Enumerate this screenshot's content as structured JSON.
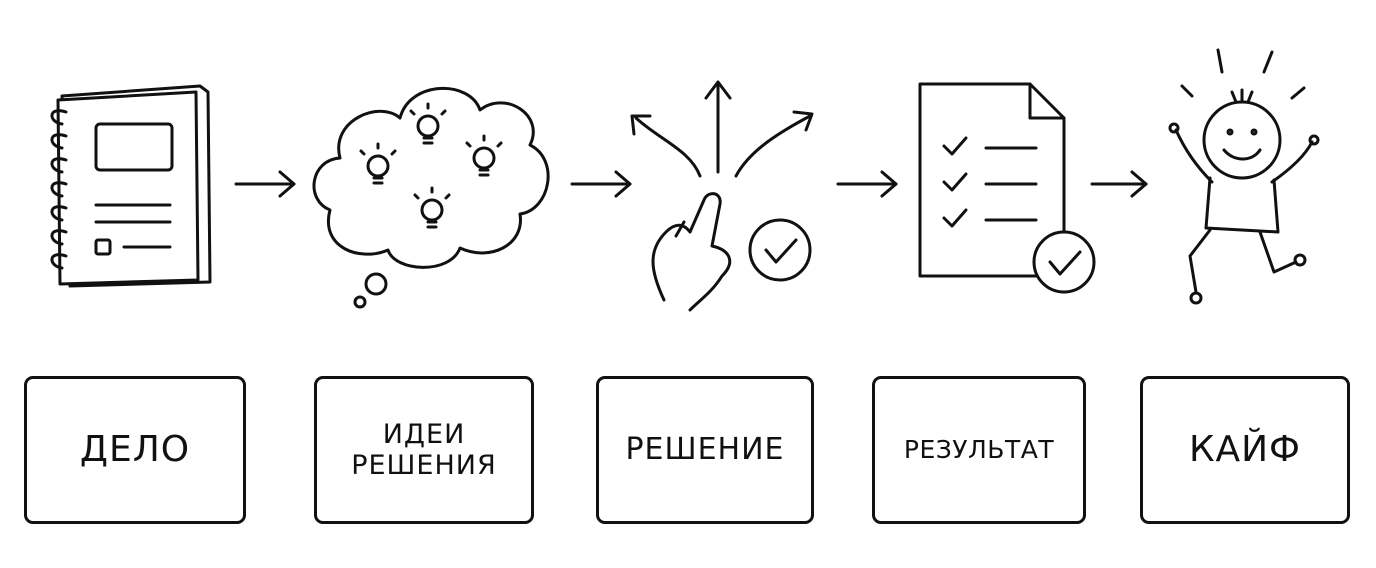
{
  "steps": [
    {
      "icon": "notebook-icon",
      "lines": [
        "ДЕЛО"
      ]
    },
    {
      "icon": "idea-cloud-icon",
      "lines": [
        "ИДЕИ",
        "РЕШЕНИЯ"
      ]
    },
    {
      "icon": "choice-hand-icon",
      "lines": [
        "РЕШЕНИЕ"
      ]
    },
    {
      "icon": "checklist-document-icon",
      "lines": [
        "РЕЗУЛЬТАТ"
      ]
    },
    {
      "icon": "happy-person-icon",
      "lines": [
        "КАЙФ"
      ]
    }
  ],
  "arrow_icon": "right-arrow-icon"
}
